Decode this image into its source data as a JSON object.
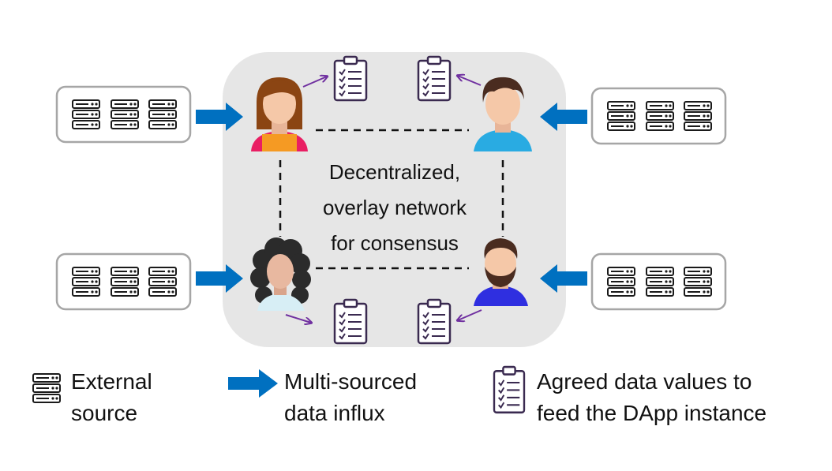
{
  "network": {
    "label_lines": [
      "Decentralized,",
      "overlay network",
      "for consensus"
    ]
  },
  "legend": {
    "external_source": [
      "External",
      "source"
    ],
    "data_influx": [
      "Multi-sourced",
      "data influx"
    ],
    "agreed_values": [
      "Agreed data values to",
      "feed the DApp instance"
    ]
  },
  "icons": {
    "server": "server-stack-icon",
    "influx_arrow": "blue-arrow-icon",
    "clipboard": "clipboard-checklist-icon",
    "nodes": [
      "woman-avatar-icon",
      "man-avatar-icon",
      "curly-hair-woman-avatar-icon",
      "bearded-man-avatar-icon"
    ]
  },
  "colors": {
    "network_area": "#e6e6e6",
    "influx_arrow": "#0070c0",
    "clipboard": "#3a2a50",
    "small_arrow": "#7030a0",
    "source_box_border": "#a6a6a6"
  }
}
